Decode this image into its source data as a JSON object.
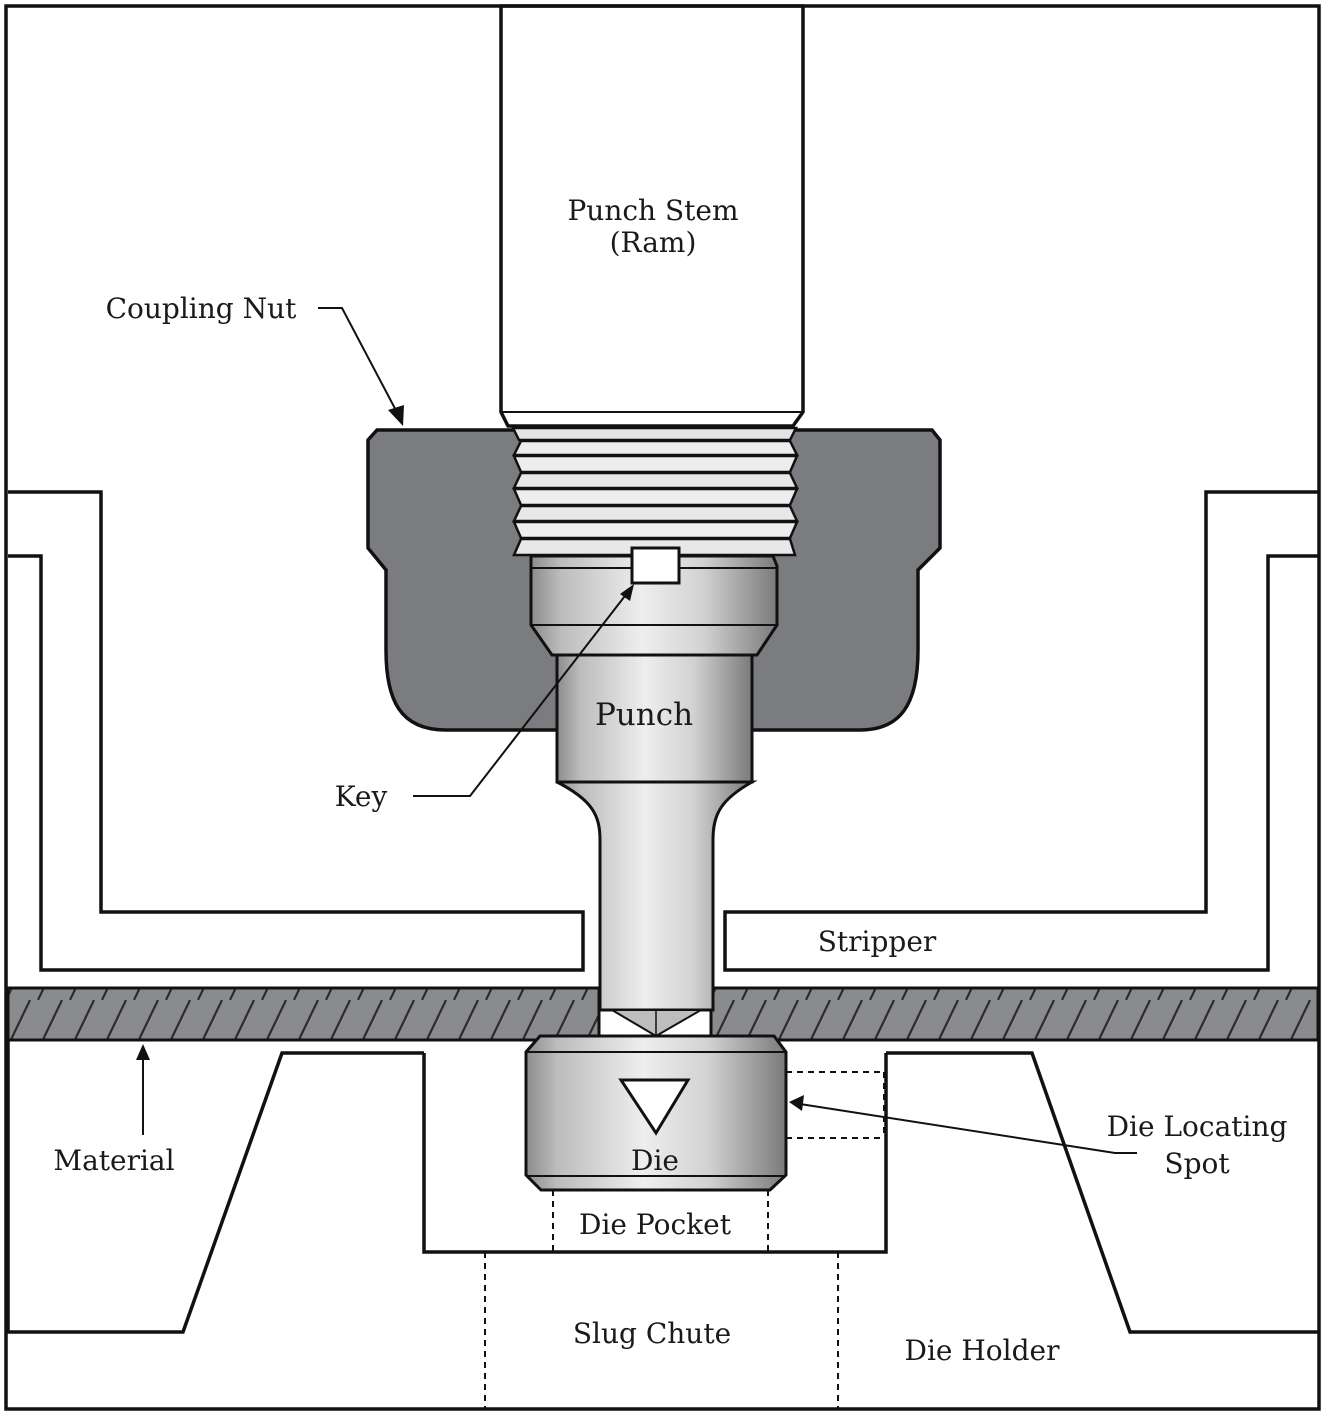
{
  "labels": {
    "punch_stem_line1": "Punch Stem",
    "punch_stem_line2": "(Ram)",
    "coupling_nut": "Coupling Nut",
    "punch": "Punch",
    "key": "Key",
    "stripper": "Stripper",
    "material": "Material",
    "die": "Die",
    "die_locating_spot_line1": "Die Locating",
    "die_locating_spot_line2": "Spot",
    "die_pocket": "Die Pocket",
    "slug_chute": "Slug Chute",
    "die_holder": "Die Holder"
  },
  "colors": {
    "coupling_nut": "#7b7c80",
    "material_hatch": "#8a8b8f",
    "steel_light": "#e6e6e6",
    "steel_mid": "#a9a9a9",
    "steel_dark": "#6e6e6e",
    "outline": "#111111",
    "background": "#ffffff"
  }
}
